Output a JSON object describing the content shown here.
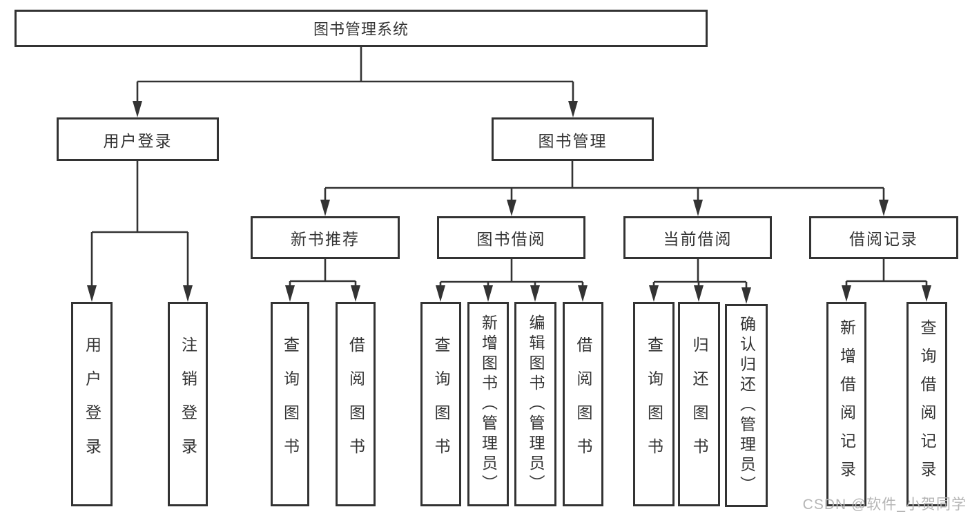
{
  "diagram": {
    "root": "图书管理系统",
    "branches": [
      {
        "label": "用户登录",
        "children": [
          "用户登录",
          "注销登录"
        ]
      },
      {
        "label": "图书管理",
        "groups": [
          {
            "label": "新书推荐",
            "children": [
              "查询图书",
              "借阅图书"
            ]
          },
          {
            "label": "图书借阅",
            "children": [
              "查询图书",
              "新增图书（管理员）",
              "编辑图书（管理员）",
              "借阅图书"
            ]
          },
          {
            "label": "当前借阅",
            "children": [
              "查询图书",
              "归还图书",
              "确认归还（管理员）"
            ]
          },
          {
            "label": "借阅记录",
            "children": [
              "新增借阅记录",
              "查询借阅记录"
            ]
          }
        ]
      }
    ]
  },
  "watermark": "CSDN @软件_小贺同学",
  "colors": {
    "line": "#333333",
    "box_border": "#333333",
    "text": "#333333",
    "watermark": "#b5b5b5",
    "background": "#ffffff"
  }
}
